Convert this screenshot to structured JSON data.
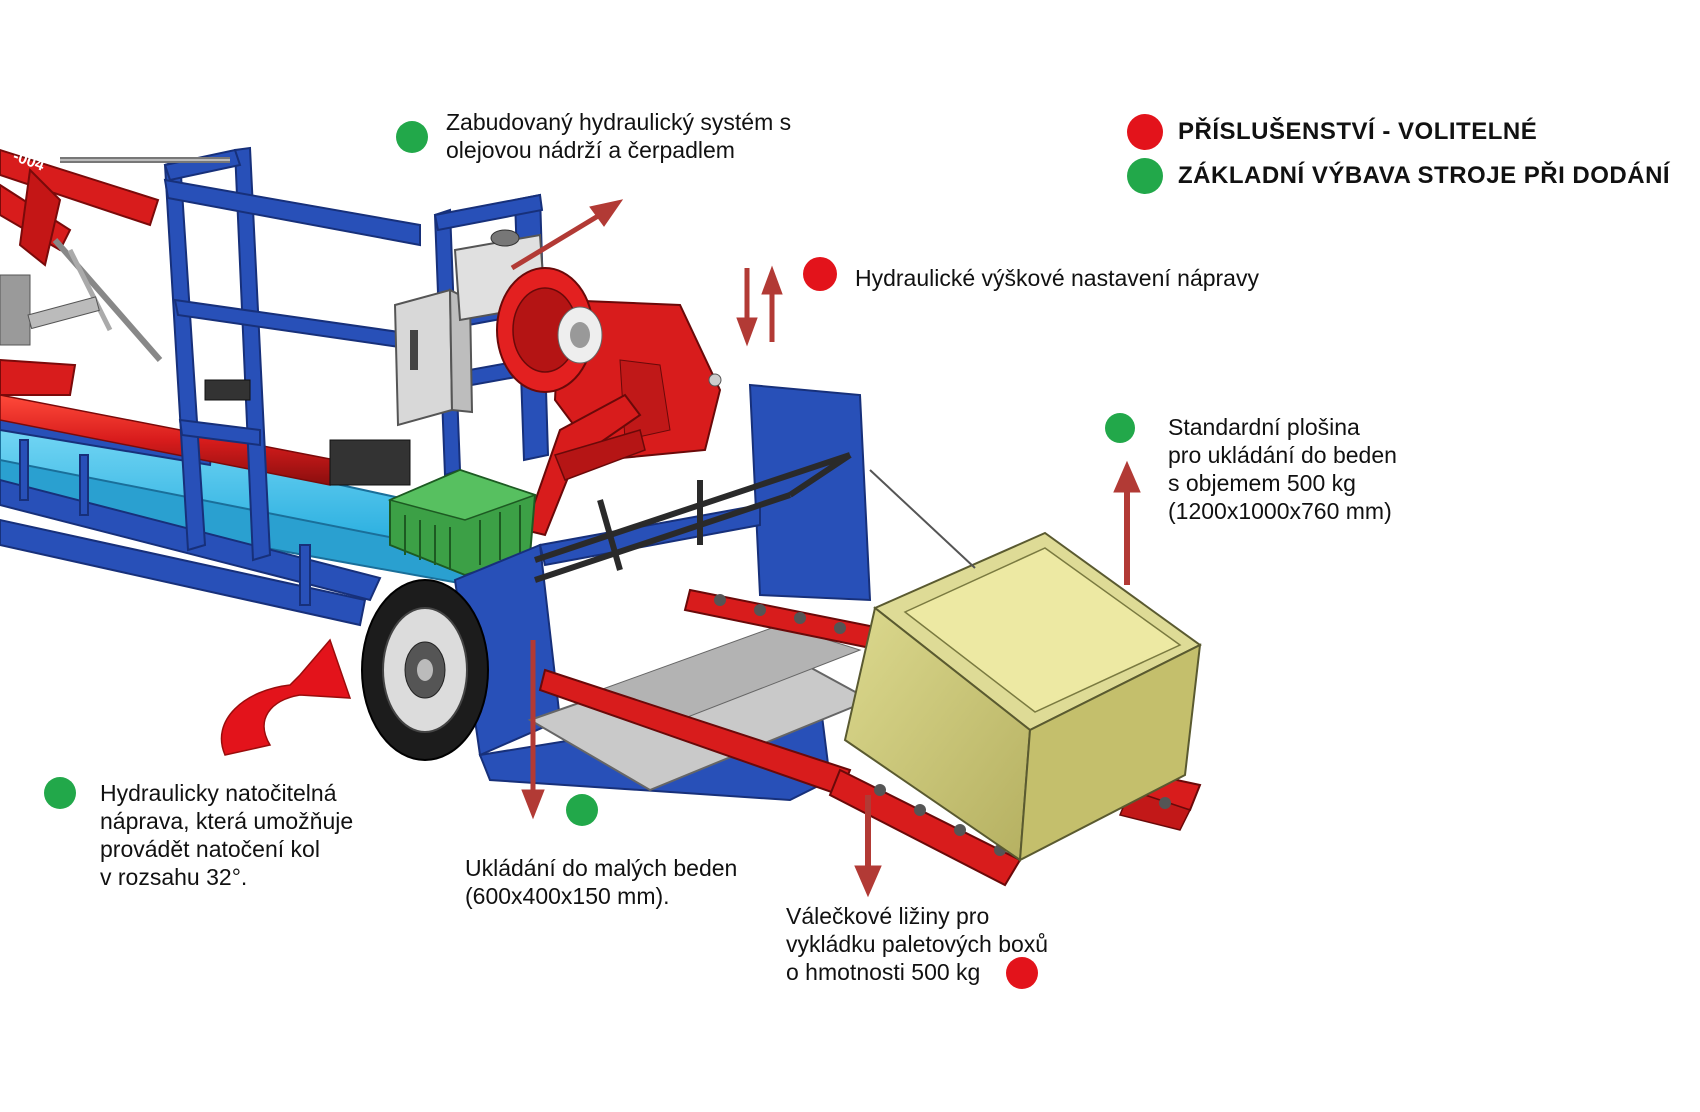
{
  "colors": {
    "optional": "#e3131b",
    "standard": "#22a84a",
    "frame_blue": "#2850b8",
    "machine_red": "#d81c1c",
    "arrow": "#b23a35",
    "box_yellow": "#c8c474",
    "belt_cyan": "#3ec7ee"
  },
  "legend": {
    "optional_label": "PŘÍSLUŠENSTVÍ - VOLITELNÉ",
    "standard_label": "ZÁKLADNÍ VÝBAVA STROJE PŘI DODÁNÍ"
  },
  "callouts": {
    "hydraulic_system": "Zabudovaný hydraulický systém s\nolejovou nádrží a čerpadlem",
    "axle_height": "Hydraulické výškové nastavení nápravy",
    "platform": "Standardní plošina\npro ukládání do beden\ns objemem 500 kg\n(1200x1000x760 mm)",
    "steering_axle": "Hydraulicky natočitelná\nnáprava, která umožňuje\nprovádět natočení kol\nv rozsahu 32°.",
    "small_crates": "Ukládání do malých beden\n(600x400x150 mm).",
    "roller_skids": "Válečkové ližiny pro\nvykládku paletových boxů\no hmotnosti 500 kg"
  },
  "drawing_marks": {
    "frame_tag": "-004"
  }
}
